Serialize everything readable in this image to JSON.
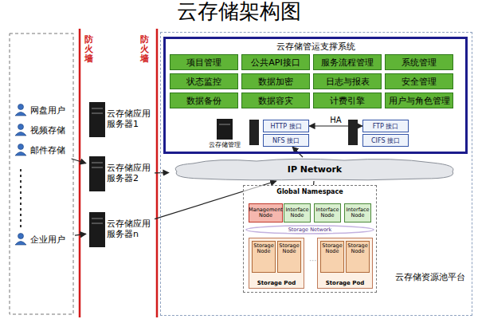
{
  "diagram": {
    "title": "云存储架构图",
    "nodes": [
      {
        "text": [
          "网盘用户"
        ]
      },
      {
        "text": [
          "视频存储"
        ]
      },
      {
        "text": [
          "邮件存储"
        ]
      },
      {
        "text": [
          "企业用户"
        ]
      },
      {
        "text": [
          "云存储应用服务器1"
        ]
      },
      {
        "text": [
          "云存储应用服务器2"
        ]
      },
      {
        "text": [
          "云存储应用服务器n"
        ]
      },
      {
        "text": [
          "云存储资源池平台"
        ]
      },
      {
        "text": [
          "云存储管运支撑系统"
        ],
        "in": 7
      },
      {
        "text": [
          "项目管理"
        ],
        "in": 8
      },
      {
        "text": [
          "公共API接口"
        ],
        "in": 8
      },
      {
        "text": [
          "服务流程管理"
        ],
        "in": 8
      },
      {
        "text": [
          "系统管理"
        ],
        "in": 8
      },
      {
        "text": [
          "状态监控"
        ],
        "in": 8
      },
      {
        "text": [
          "数据加密"
        ],
        "in": 8
      },
      {
        "text": [
          "日志与报表"
        ],
        "in": 8
      },
      {
        "text": [
          "安全管理"
        ],
        "in": 8
      },
      {
        "text": [
          "数据备份"
        ],
        "in": 8
      },
      {
        "text": [
          "数据容灾"
        ],
        "in": 8
      },
      {
        "text": [
          "计费引擎"
        ],
        "in": 8
      },
      {
        "text": [
          "用户与角色管理"
        ],
        "in": 8
      },
      {
        "text": [
          "云存储管理"
        ],
        "in": 8
      },
      {
        "text": [
          "HTTP 接口"
        ],
        "in": 8
      },
      {
        "text": [
          "NFS 接口"
        ],
        "in": 8
      },
      {
        "text": [
          "FTP 接口"
        ],
        "in": 8
      },
      {
        "text": [
          "CIFS 接口"
        ],
        "in": 8
      },
      {
        "text": [
          "IP Network"
        ],
        "in": 7
      },
      {
        "text": [
          "Global Namespace"
        ],
        "in": 7
      },
      {
        "text": [
          "Management Node"
        ],
        "in": 27
      },
      {
        "text": [
          "Interface Node"
        ],
        "in": 27
      },
      {
        "text": [
          "Interface Node"
        ],
        "in": 27
      },
      {
        "text": [
          "Interface Node"
        ],
        "in": 27
      },
      {
        "text": [
          "Storage Pod"
        ],
        "in": 27
      },
      {
        "text": [
          "Storage Node"
        ],
        "in": 32
      },
      {
        "text": [
          "Storage Node"
        ],
        "in": 32
      },
      {
        "text": [
          "Storage Pod"
        ],
        "in": 27
      },
      {
        "text": [
          "Storage Node"
        ],
        "in": 35
      },
      {
        "text": [
          "Storage Node"
        ],
        "in": 35
      }
    ],
    "edges": [
      {
        "from": 2,
        "to": 5,
        "arrow": "to"
      },
      {
        "from": 3,
        "to": 6,
        "arrow": "to"
      },
      {
        "from": 5,
        "to": 26,
        "arrow": "to"
      },
      {
        "from": 6,
        "to": 26,
        "arrow": "to"
      },
      {
        "from": 26,
        "to": 23,
        "arrow": "to"
      },
      {
        "from": 26,
        "to": 27,
        "arrow": "none"
      },
      {
        "from": 22,
        "to": 24,
        "label": "HA",
        "arrow": "both"
      }
    ],
    "labels": [
      "防火墙",
      "防火墙",
      "Storage Network"
    ]
  }
}
